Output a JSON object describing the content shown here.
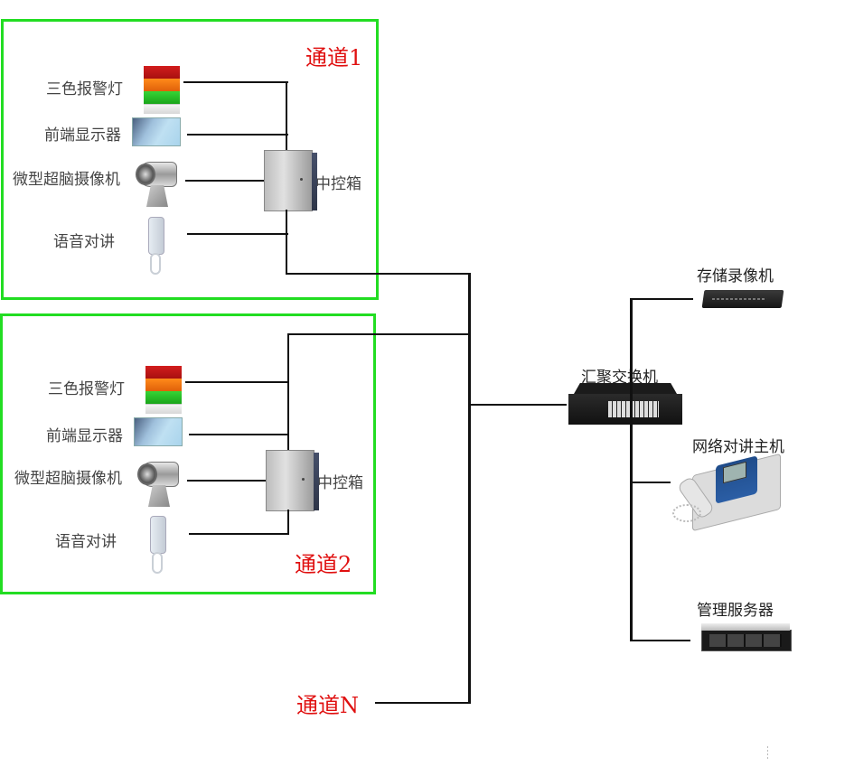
{
  "diagram": {
    "type": "network-topology",
    "channels": [
      {
        "title": "通道1",
        "devices": [
          {
            "label": "三色报警灯",
            "icon": "tri-color-alarm-light-icon"
          },
          {
            "label": "前端显示器",
            "icon": "front-display-monitor-icon"
          },
          {
            "label": "微型超脑摄像机",
            "icon": "micro-smart-camera-icon"
          },
          {
            "label": "语音对讲",
            "icon": "voice-intercom-handset-icon"
          }
        ],
        "controller": {
          "label": "中控箱",
          "icon": "control-cabinet-icon"
        }
      },
      {
        "title": "通道2",
        "devices": [
          {
            "label": "三色报警灯",
            "icon": "tri-color-alarm-light-icon"
          },
          {
            "label": "前端显示器",
            "icon": "front-display-monitor-icon"
          },
          {
            "label": "微型超脑摄像机",
            "icon": "micro-smart-camera-icon"
          },
          {
            "label": "语音对讲",
            "icon": "voice-intercom-handset-icon"
          }
        ],
        "controller": {
          "label": "中控箱",
          "icon": "control-cabinet-icon"
        }
      }
    ],
    "channel_n": {
      "title": "通道N"
    },
    "core": {
      "switch": {
        "label": "汇聚交换机",
        "icon": "aggregation-switch-icon"
      },
      "endpoints": [
        {
          "label": "存储录像机",
          "icon": "nvr-recorder-icon"
        },
        {
          "label": "网络对讲主机",
          "icon": "network-intercom-host-icon"
        },
        {
          "label": "管理服务器",
          "icon": "management-server-icon"
        }
      ]
    },
    "colors": {
      "channel_border": "#22dd22",
      "channel_title": "#e01010",
      "wire": "#111111"
    }
  }
}
